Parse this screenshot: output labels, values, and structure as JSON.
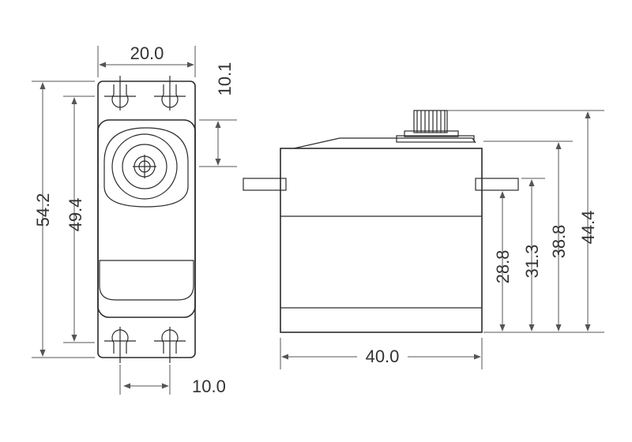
{
  "colors": {
    "line": "#2b2b2b",
    "dimension": "#555555",
    "text": "#333333",
    "background": "#ffffff"
  },
  "front_view": {
    "width_label": "20.0",
    "top_margin_label": "10.1",
    "hole_spacing_label": "10.0",
    "overall_height_label": "54.2",
    "body_height_label": "49.4"
  },
  "side_view": {
    "length_label": "40.0",
    "dim_28_8": "28.8",
    "dim_31_3": "31.3",
    "dim_38_8": "38.8",
    "dim_44_4": "44.4"
  }
}
